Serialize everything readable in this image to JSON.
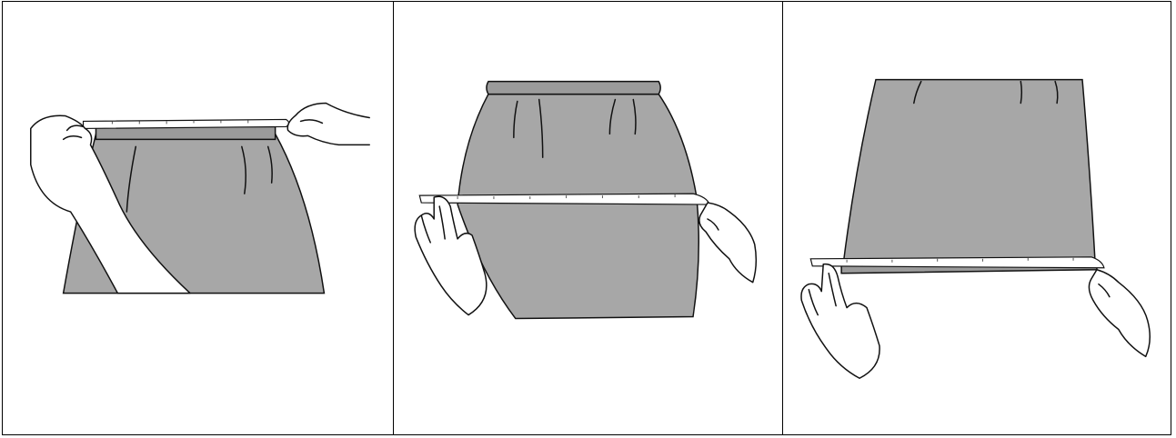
{
  "colors": {
    "skirt": "#a7a7a7",
    "band": "#9b9b9b",
    "tape": "#ffffff",
    "border": "#000000"
  },
  "panels": [
    {
      "measurement": "waist"
    },
    {
      "measurement": "hip"
    },
    {
      "measurement": "hem"
    }
  ]
}
